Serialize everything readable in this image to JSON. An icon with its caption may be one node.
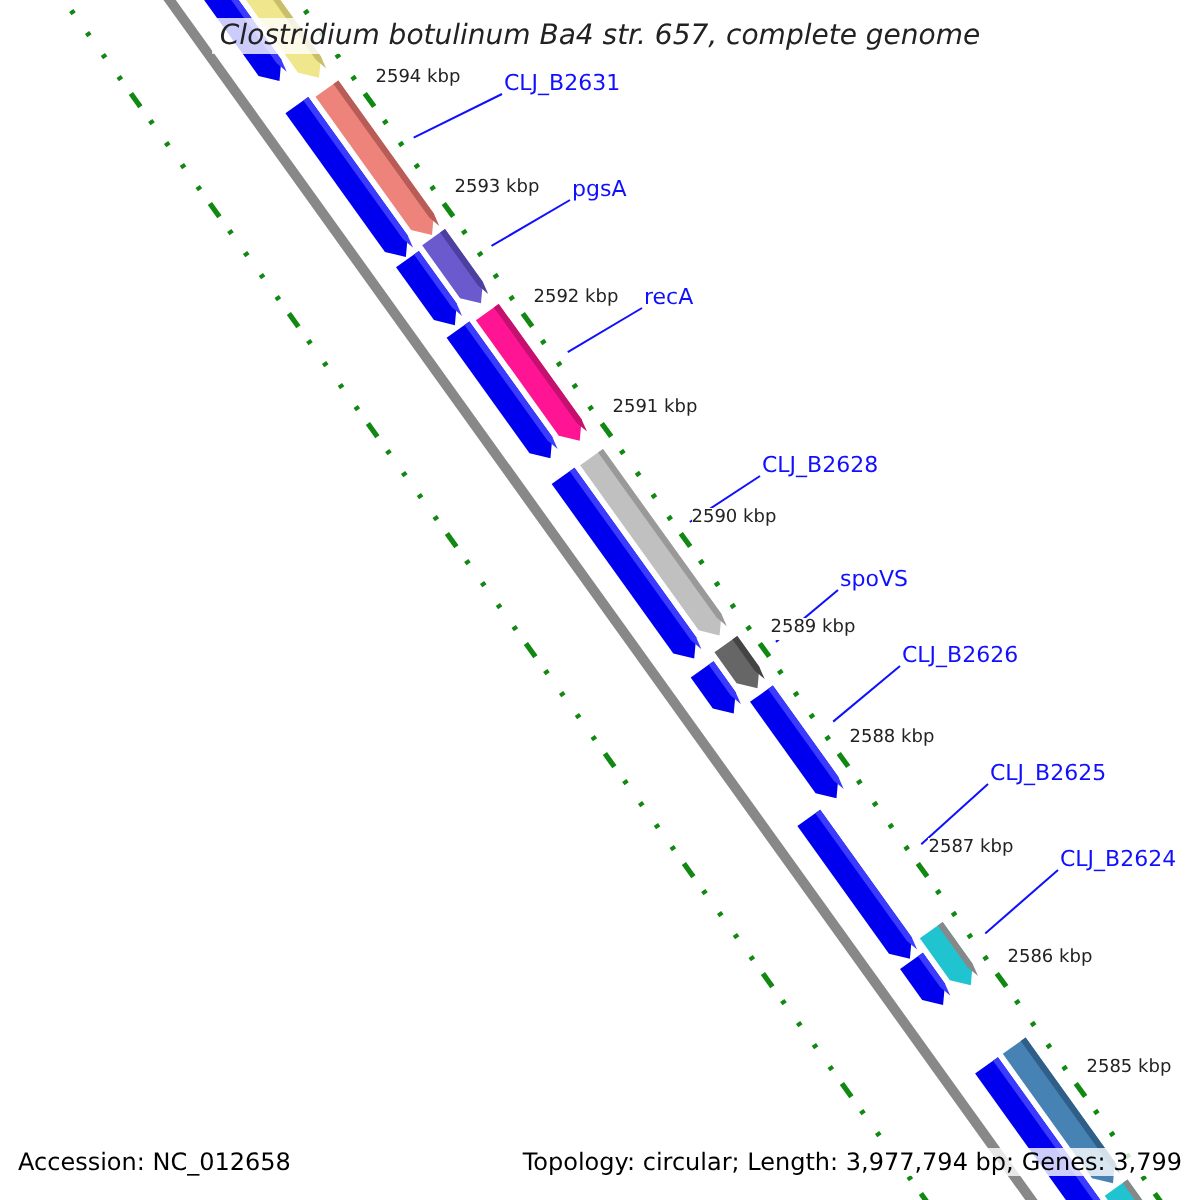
{
  "diagram": {
    "title": "Clostridium botulinum Ba4 str. 657, complete genome",
    "nodes": [
      {
        "text": [
          "CLJ_B2631"
        ]
      },
      {
        "text": [],
        "shape": "bar"
      },
      {
        "text": [
          "pgsA"
        ]
      },
      {
        "text": [],
        "shape": "bar"
      },
      {
        "text": [
          "recA"
        ]
      },
      {
        "text": [],
        "shape": "bar"
      },
      {
        "text": [
          "CLJ_B2628"
        ]
      },
      {
        "text": [],
        "shape": "bar"
      },
      {
        "text": [
          "spoVS"
        ]
      },
      {
        "text": [],
        "shape": "bar"
      },
      {
        "text": [
          "CLJ_B2626"
        ]
      },
      {
        "text": [],
        "shape": "bar"
      },
      {
        "text": [
          "CLJ_B2625"
        ]
      },
      {
        "text": [],
        "shape": "bar"
      },
      {
        "text": [
          "CLJ_B2624"
        ]
      },
      {
        "text": [],
        "shape": "bar"
      }
    ],
    "edges": [
      {
        "from": 0,
        "to": 1,
        "arrow": "none"
      },
      {
        "from": 2,
        "to": 3,
        "arrow": "none"
      },
      {
        "from": 4,
        "to": 5,
        "arrow": "none"
      },
      {
        "from": 6,
        "to": 7,
        "arrow": "none"
      },
      {
        "from": 8,
        "to": 9,
        "arrow": "none"
      },
      {
        "from": 10,
        "to": 11,
        "arrow": "none"
      },
      {
        "from": 12,
        "to": 13,
        "arrow": "none"
      },
      {
        "from": 14,
        "to": 15,
        "arrow": "none"
      }
    ],
    "labels": [
      "2594 kbp",
      "2593 kbp",
      "2592 kbp",
      "2591 kbp",
      "2590 kbp",
      "2589 kbp",
      "2588 kbp",
      "2587 kbp",
      "2586 kbp",
      "2585 kbp",
      "Accession: NC_012658",
      "Topology: circular; Length: 3,977,794 bp; Genes: 3,799"
    ]
  }
}
